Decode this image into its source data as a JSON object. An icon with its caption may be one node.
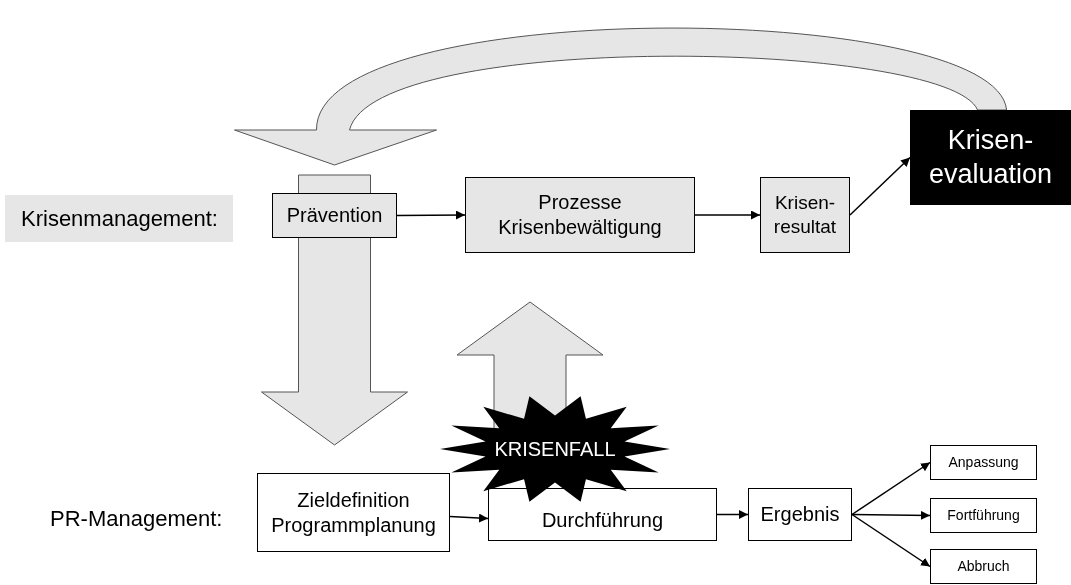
{
  "diagram": {
    "nodes": [
      {
        "text": [
          "Krisenmanagement:"
        ]
      },
      {
        "text": [
          "Prävention"
        ]
      },
      {
        "text": [
          "Prozesse Krisenbewältigung"
        ]
      },
      {
        "text": [
          "Krisen- resultat"
        ]
      },
      {
        "text": [
          "Krisen- evaluation"
        ]
      },
      {
        "text": [
          "Zieldefinition Programmplanung"
        ]
      },
      {
        "text": [
          "KRISENFALL"
        ]
      },
      {
        "text": [
          "Durchführung"
        ]
      },
      {
        "text": [
          "Ergebnis"
        ]
      },
      {
        "text": [
          "Anpassung"
        ]
      },
      {
        "text": [
          "Fortführung"
        ]
      },
      {
        "text": [
          "Abbruch"
        ]
      }
    ],
    "edges": [
      {
        "from": 1,
        "to": 2,
        "arrow": "to"
      },
      {
        "from": 2,
        "to": 3,
        "arrow": "to"
      },
      {
        "from": 3,
        "to": 4,
        "arrow": "to"
      },
      {
        "from": 4,
        "to": 1,
        "arrow": "to",
        "style": "thick"
      },
      {
        "from": 1,
        "to": 5,
        "arrow": "to",
        "style": "thick"
      },
      {
        "from": 6,
        "to": 2,
        "arrow": "to",
        "style": "thick"
      },
      {
        "from": 5,
        "to": 7,
        "arrow": "to"
      },
      {
        "from": 7,
        "to": 8,
        "arrow": "to"
      },
      {
        "from": 8,
        "to": 9,
        "arrow": "to"
      },
      {
        "from": 8,
        "to": 10,
        "arrow": "to"
      },
      {
        "from": 8,
        "to": 11,
        "arrow": "to"
      }
    ],
    "labels": [
      "PR-Management:"
    ]
  }
}
